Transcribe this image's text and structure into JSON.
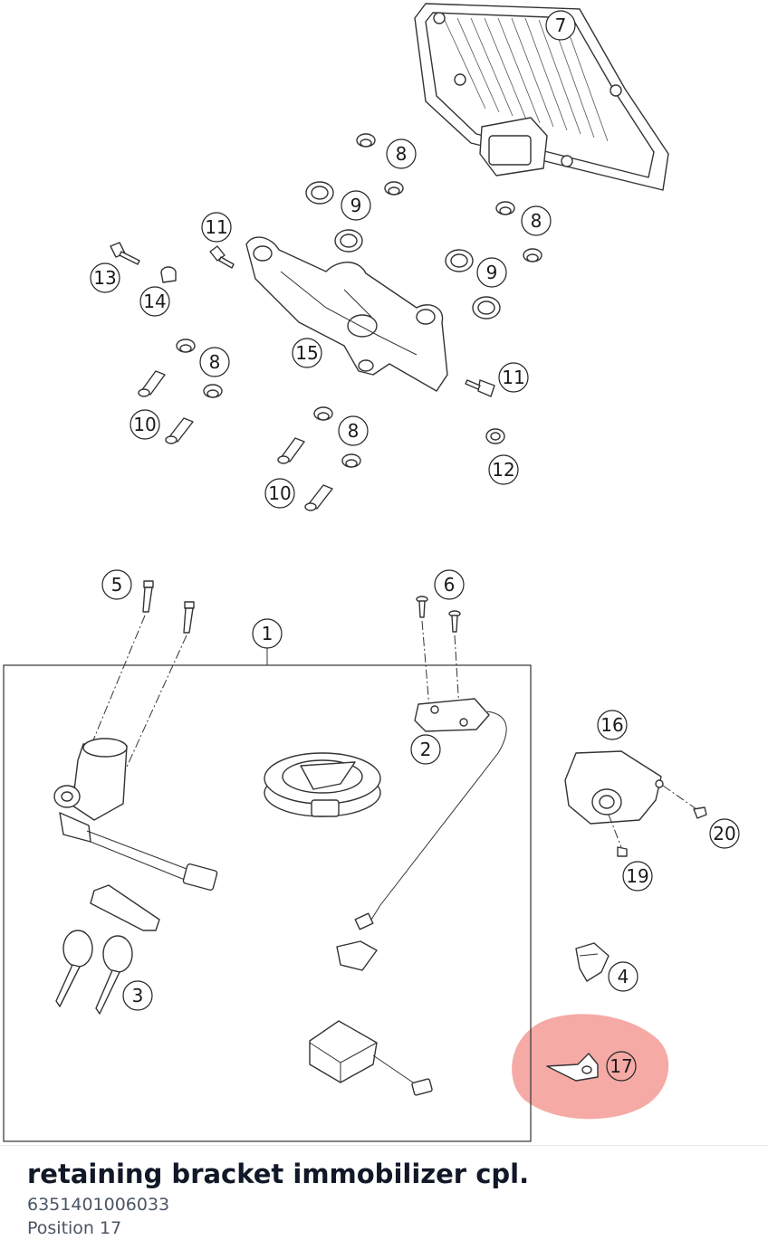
{
  "callouts": [
    "7",
    "8",
    "9",
    "8",
    "11",
    "9",
    "13",
    "14",
    "8",
    "15",
    "11",
    "10",
    "8",
    "12",
    "10",
    "5",
    "6",
    "1",
    "16",
    "2",
    "20",
    "19",
    "4",
    "3",
    "17"
  ],
  "highlight_position": "17",
  "part": {
    "name": "retaining bracket immobilizer cpl.",
    "number": "6351401006033",
    "position_label": "Position 17"
  },
  "colors": {
    "highlight": "#f4a19b",
    "title": "#111827",
    "meta": "#4b5563"
  }
}
